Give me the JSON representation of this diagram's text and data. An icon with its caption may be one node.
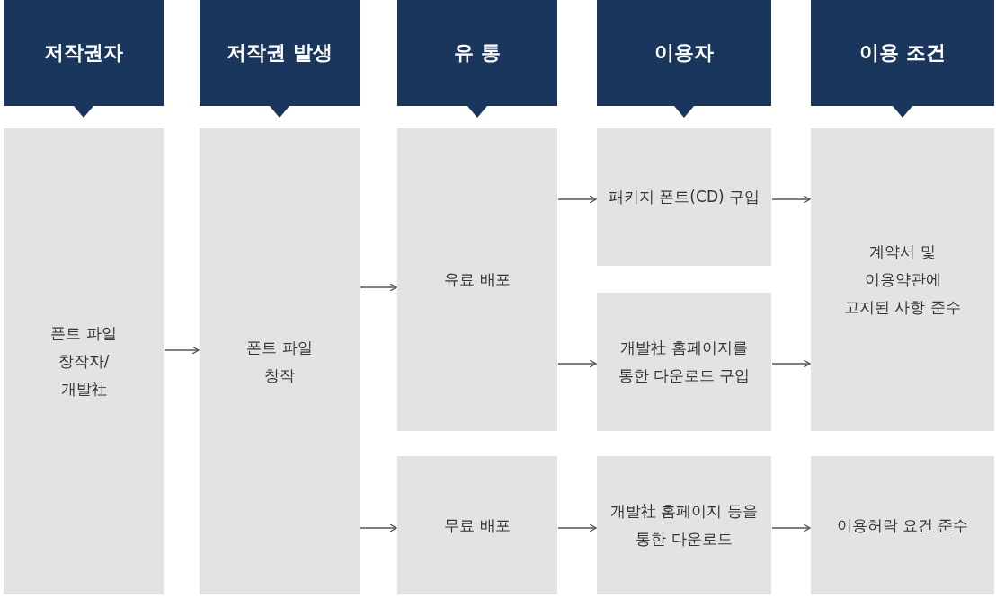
{
  "diagram": {
    "nodes": [
      {
        "text": [
          "저작권자"
        ]
      },
      {
        "text": [
          "저작권 발생"
        ]
      },
      {
        "text": [
          "유 통"
        ]
      },
      {
        "text": [
          "이용자"
        ]
      },
      {
        "text": [
          "이용 조건"
        ]
      },
      {
        "text": [
          "폰트 파일 창작자/ 개발社"
        ]
      },
      {
        "text": [
          "폰트 파일 창작"
        ]
      },
      {
        "text": [
          "유료 배포"
        ]
      },
      {
        "text": [
          "패키지 폰트(CD) 구입"
        ]
      },
      {
        "text": [
          "계약서 및 이용약관에 고지된 사항 준수"
        ]
      },
      {
        "text": [
          "개발社 홈페이지를 통한 다운로드 구입"
        ]
      },
      {
        "text": [
          "무료 배포"
        ]
      },
      {
        "text": [
          "개발社 홈페이지 등을 통한 다운로드"
        ]
      },
      {
        "text": [
          "이용허락 요건 준수"
        ]
      }
    ],
    "edges": [
      {
        "from": 5,
        "to": 6,
        "arrow": "to"
      },
      {
        "from": 6,
        "to": 7,
        "arrow": "to"
      },
      {
        "from": 6,
        "to": 11,
        "arrow": "to"
      },
      {
        "from": 7,
        "to": 8,
        "arrow": "to"
      },
      {
        "from": 7,
        "to": 10,
        "arrow": "to"
      },
      {
        "from": 11,
        "to": 12,
        "arrow": "to"
      },
      {
        "from": 8,
        "to": 9,
        "arrow": "to"
      },
      {
        "from": 10,
        "to": 9,
        "arrow": "to"
      },
      {
        "from": 12,
        "to": 13,
        "arrow": "to"
      }
    ]
  }
}
